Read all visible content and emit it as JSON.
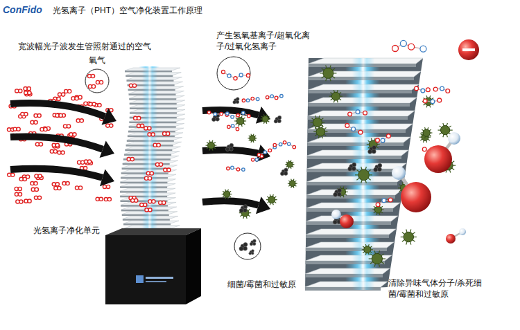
{
  "diagram": {
    "title": "光氢离子（PHT）空气净化装置工作原理",
    "labels": [
      "ConFido",
      "宽波幅光子波发生管照射通过的空气",
      "氧气",
      "产生氢氧基离子/超氧化离子/过氧化氢离子",
      "光氢离子净化单元",
      "细菌/霉菌和过敏原",
      "清除异味气体分子/杀死细菌/霉菌和过敏原"
    ]
  }
}
